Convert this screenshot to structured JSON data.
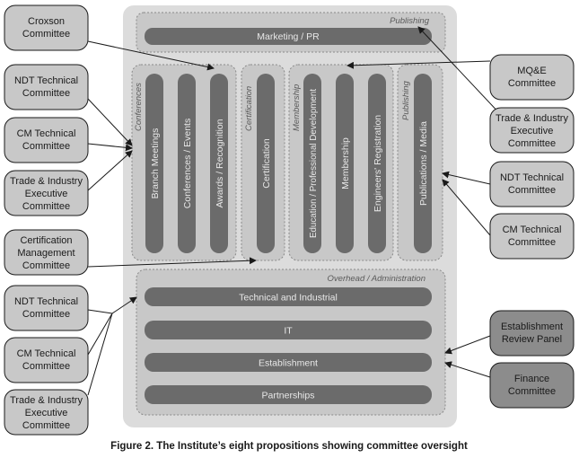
{
  "caption": "Figure 2. The Institute’s eight propositions showing committee oversight",
  "groups": {
    "publishing_top": "Publishing",
    "conferences": "Conferences",
    "certification": "Certification",
    "membership": "Membership",
    "publishing_side": "Publishing",
    "overhead": "Overhead / Administration"
  },
  "bars": {
    "marketing": "Marketing / PR",
    "branch_meetings": "Branch Meetings",
    "conferences_events": "Conferences / Events",
    "awards": "Awards / Recognition",
    "certification": "Certification",
    "education": "Education / Professional Development",
    "membership": "Membership",
    "engineers_registration": "Engineers' Registration",
    "publications": "Publications / Media",
    "technical_industrial": "Technical and Industrial",
    "it": "IT",
    "establishment": "Establishment",
    "partnerships": "Partnerships"
  },
  "committees": {
    "croxson": [
      "Croxson",
      "Committee"
    ],
    "ndt_left_1": [
      "NDT Technical",
      "Committee"
    ],
    "cm_left_1": [
      "CM Technical",
      "Committee"
    ],
    "ti_left_1": [
      "Trade & Industry",
      "Executive",
      "Committee"
    ],
    "cert_mgmt": [
      "Certification",
      "Management",
      "Committee"
    ],
    "ndt_left_2": [
      "NDT Technical",
      "Committee"
    ],
    "cm_left_2": [
      "CM Technical",
      "Committee"
    ],
    "ti_left_2": [
      "Trade & Industry",
      "Executive",
      "Committee"
    ],
    "mqe": [
      "MQ&E",
      "Committee"
    ],
    "ti_right": [
      "Trade & Industry",
      "Executive",
      "Committee"
    ],
    "ndt_right": [
      "NDT Technical",
      "Committee"
    ],
    "cm_right": [
      "CM Technical",
      "Committee"
    ],
    "erp": [
      "Establishment",
      "Review Panel"
    ],
    "finance": [
      "Finance",
      "Committee"
    ]
  },
  "colors": {
    "main_panel": "#dcdcdc",
    "group_fill": "#c4c4c4",
    "bar_fill": "#6b6b6b",
    "box_fill": "#c8c8c8",
    "dark_box_fill": "#8c8c8c"
  }
}
